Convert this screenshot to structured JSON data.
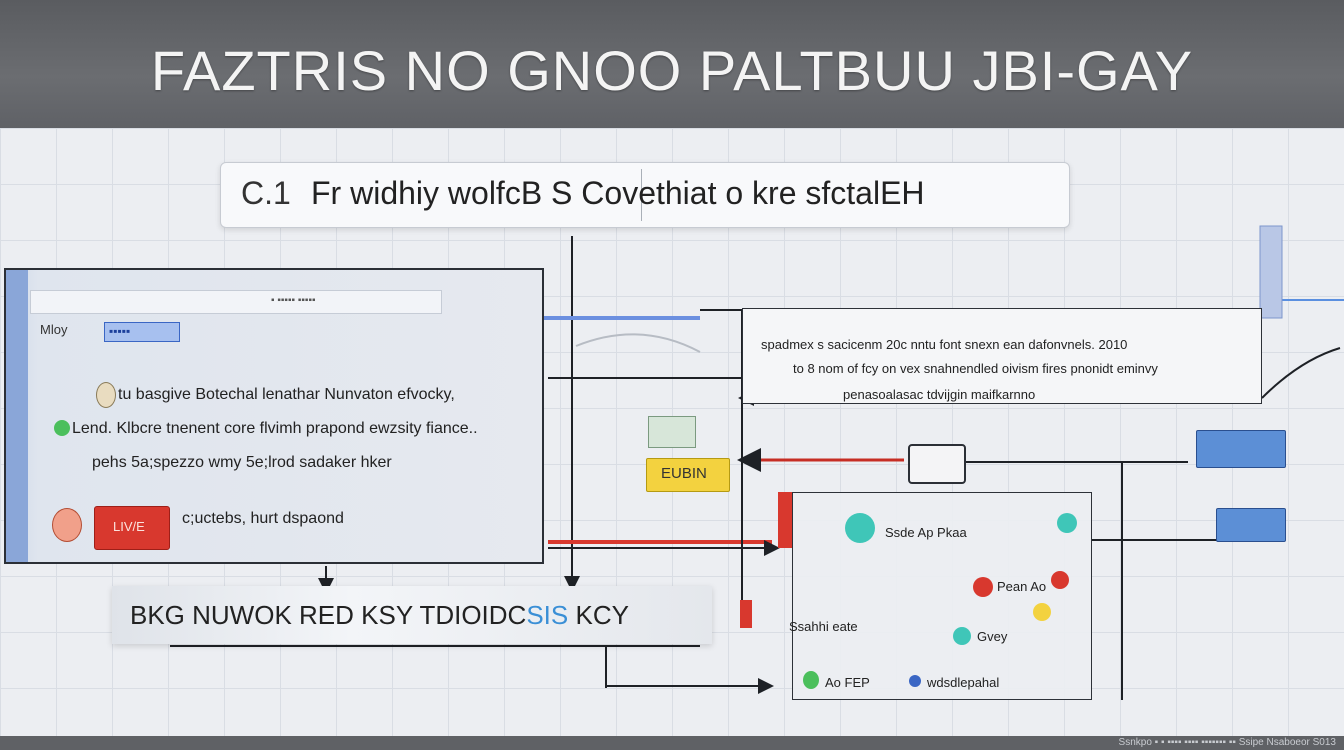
{
  "header": {
    "title": "FAZTRIS NO GNOO PALTBUU JBI-GAY"
  },
  "step": {
    "number": "C.1",
    "text": "Fr widhiy wolfcB  S Covethiat o kre sfctalEH"
  },
  "window": {
    "toolbar_text": "▪ ▪▪▪▪▪ ▪▪▪▪▪",
    "label": "Mloy",
    "tag": "▪▪▪▪▪",
    "lines": [
      "tu basgive Botechal lenathar Nunvaton efvocky,",
      "Lend. Klbcre tnenent core flvimh prapond ewzsity fiance..",
      "pehs 5a;spezzo wmy 5e;lrod sadaker hker",
      "c;uctebs, hurt dspaond"
    ],
    "button_label": "LIV/E"
  },
  "key_bar": {
    "text_a": "BKG NUWOK RED  KSY  TDIOIDC",
    "text_b": "SIS",
    "text_c": "  KCY"
  },
  "panel": {
    "lines": [
      "spadmex s sacicenm 20c nntu font snexn ean dafonvnels. 2010",
      "to 8 nom  of fcy on  vex snahnendled oivism fires pnonidt eminvy",
      "penasoalasac                              tdvijgin maifkarnno"
    ]
  },
  "yellow_tag": "EUBIN",
  "diagram": {
    "labels": [
      "Ssde Ap  Pkaa",
      "Pean Ao",
      "Ssahhi eate",
      "Gvey",
      "Ao FEP",
      "wdsdlepahal"
    ]
  },
  "footer": {
    "text": "Ssnkpo ▪ ▪ ▪▪▪▪  ▪▪▪▪  ▪▪▪▪▪▪▪ ▪▪  Ssipe Nsaboeor  S013"
  },
  "colors": {
    "accent_blue": "#3a66c4",
    "red": "#d8382e",
    "yellow": "#f3d23f",
    "teal": "#3fc6b8"
  }
}
